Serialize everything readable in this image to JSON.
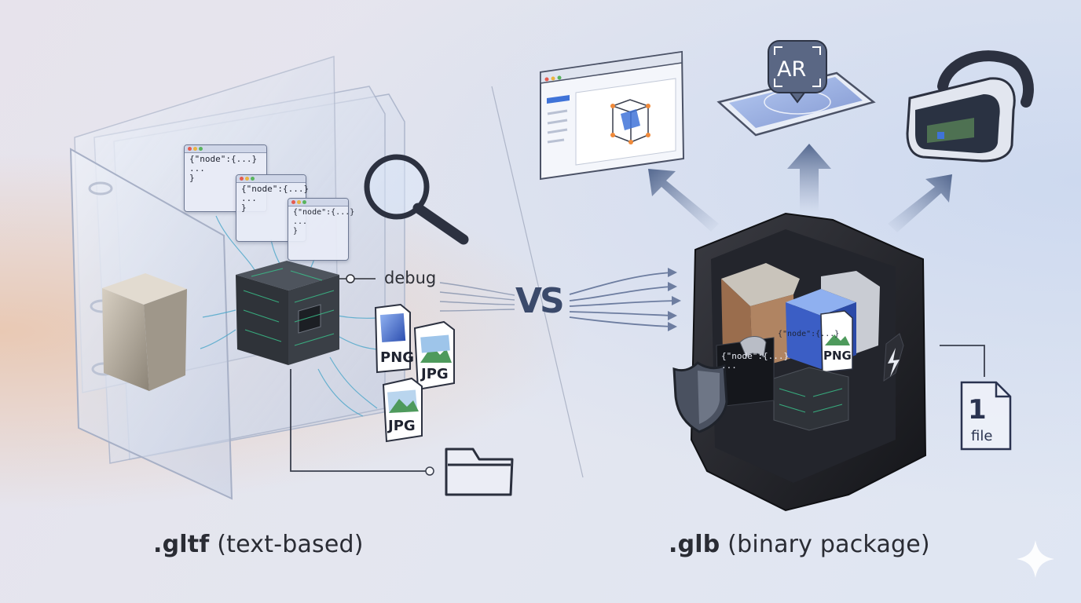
{
  "labels": {
    "gltf_bold": ".gltf",
    "gltf_rest": " (text-based)",
    "glb_bold": ".glb",
    "glb_rest": " (binary package)",
    "vs": "VS",
    "debug": "debug"
  },
  "code_snippets": {
    "line1": "{\"node\":{...}",
    "line2": "...",
    "line3": "}",
    "glb_line1": "{\"node\":{...}",
    "glb_line2": "...",
    "glb_mini": "{\"node\":{...}"
  },
  "texture_files": {
    "png": "PNG",
    "jpg": "JPG"
  },
  "targets": {
    "ar": "AR"
  },
  "single_file": {
    "count": "1",
    "word": "file"
  },
  "colors": {
    "accent_blue": "#3f73d8",
    "dark_case": "#1c1d22",
    "glass": "#cfd6ea",
    "text_dark": "#2a2c34",
    "arrow_gray": "#5d6d8f"
  },
  "icons": [
    "magnifier-icon",
    "folder-icon",
    "shield-icon",
    "lightning-icon",
    "file-icon",
    "browser-window-icon",
    "ar-tablet-icon",
    "vr-headset-icon",
    "sparkle-icon"
  ]
}
